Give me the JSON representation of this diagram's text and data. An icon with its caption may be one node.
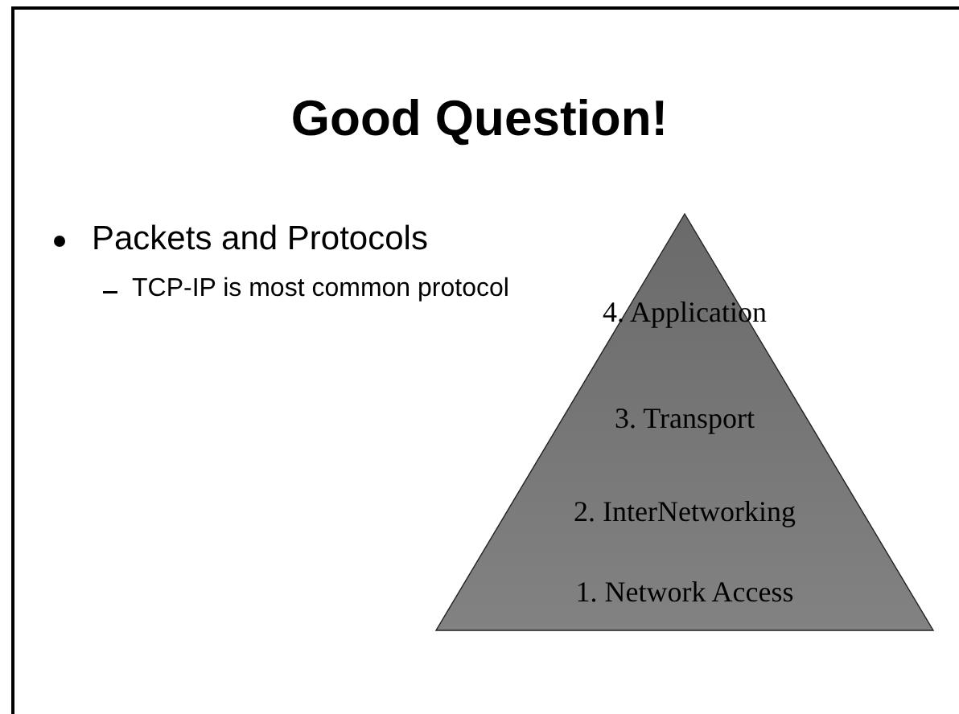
{
  "diagram": {
    "title": "Good Question!",
    "nodes": [
      {
        "text": [
          "4. Application",
          "3. Transport",
          "2. InterNetworking",
          "1. Network Access"
        ]
      }
    ],
    "labels": [
      "Packets and Protocols",
      "TCP-IP is most common protocol"
    ]
  }
}
